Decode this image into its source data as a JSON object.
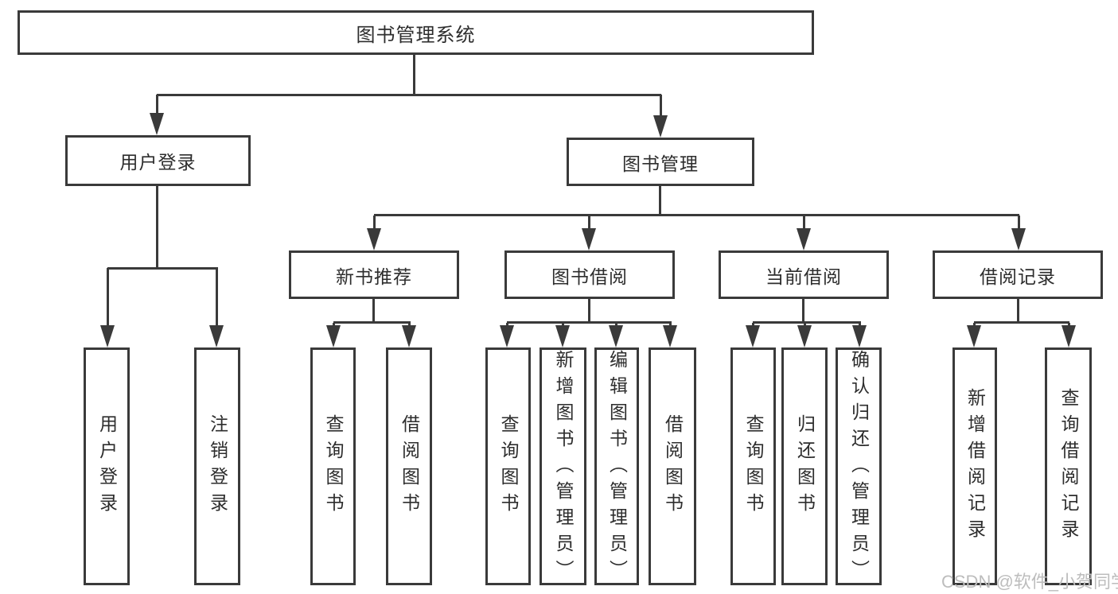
{
  "diagram": {
    "type": "hierarchy-tree",
    "root": {
      "label": "图书管理系统"
    },
    "level2": [
      {
        "id": "user-login",
        "label": "用户登录"
      },
      {
        "id": "book-management",
        "label": "图书管理"
      }
    ],
    "level3": [
      {
        "id": "new-book-recommend",
        "parent": "book-management",
        "label": "新书推荐"
      },
      {
        "id": "book-borrow",
        "parent": "book-management",
        "label": "图书借阅"
      },
      {
        "id": "current-borrow",
        "parent": "book-management",
        "label": "当前借阅"
      },
      {
        "id": "borrow-records",
        "parent": "book-management",
        "label": "借阅记录"
      }
    ],
    "leaves": [
      {
        "parent": "user-login",
        "label": "用户登录"
      },
      {
        "parent": "user-login",
        "label": "注销登录"
      },
      {
        "parent": "new-book-recommend",
        "label": "查询图书"
      },
      {
        "parent": "new-book-recommend",
        "label": "借阅图书"
      },
      {
        "parent": "book-borrow",
        "label": "查询图书"
      },
      {
        "parent": "book-borrow",
        "label": "新增图书（管理员）"
      },
      {
        "parent": "book-borrow",
        "label": "编辑图书（管理员）"
      },
      {
        "parent": "book-borrow",
        "label": "借阅图书"
      },
      {
        "parent": "current-borrow",
        "label": "查询图书"
      },
      {
        "parent": "current-borrow",
        "label": "归还图书"
      },
      {
        "parent": "current-borrow",
        "label": "确认归还（管理员）"
      },
      {
        "parent": "borrow-records",
        "label": "新增借阅记录"
      },
      {
        "parent": "borrow-records",
        "label": "查询借阅记录"
      }
    ],
    "watermark": "CSDN @软件_小贺同学",
    "colors": {
      "line": "#3a3a3a",
      "text": "#2d2d2d",
      "box_background": "#ffffff",
      "page_background": "#ffffff",
      "watermark": "#bdbdbd"
    }
  }
}
